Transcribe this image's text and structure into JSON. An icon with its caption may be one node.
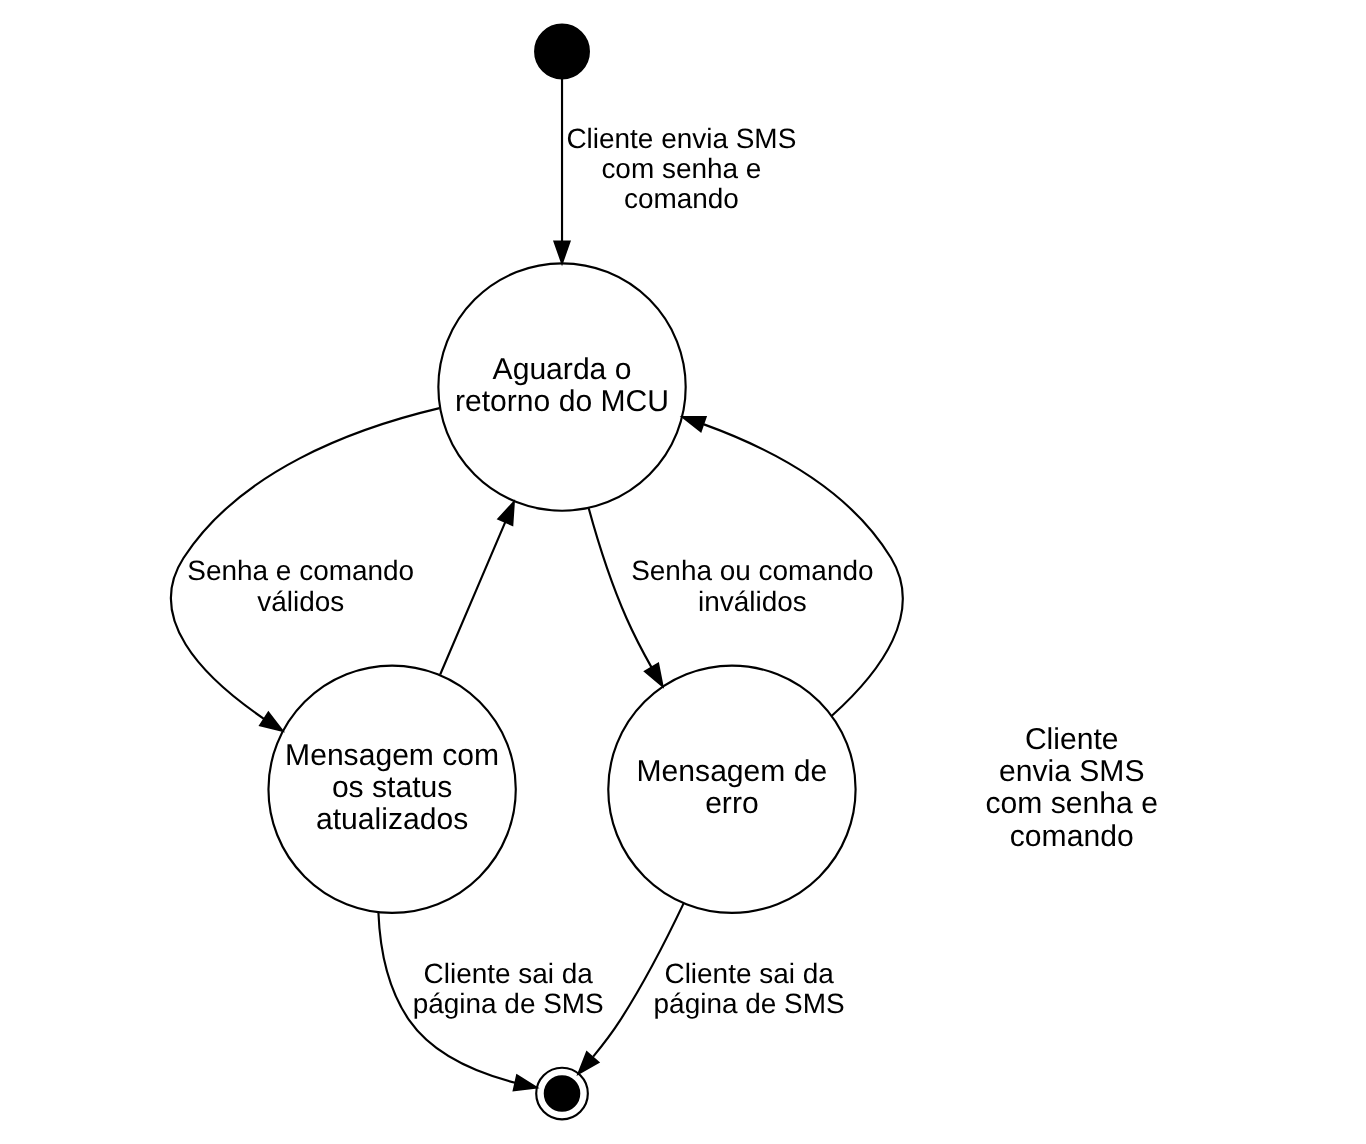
{
  "diagram": {
    "nodes": [
      {
        "text": [],
        "shape": "circle"
      },
      {
        "text": [
          "Aguarda o retorno do MCU"
        ]
      },
      {
        "text": [
          "Mensagem com os status atualizados"
        ]
      },
      {
        "text": [
          "Mensagem de erro"
        ]
      },
      {
        "text": [],
        "shape": "circle"
      }
    ],
    "edges": [
      {
        "from": 0,
        "to": 1,
        "arrow": "to",
        "label": "Cliente envia SMS com senha e comando"
      },
      {
        "from": 1,
        "to": 2,
        "arrow": "to",
        "label": "Senha e comando válidos"
      },
      {
        "from": 1,
        "to": 3,
        "arrow": "to",
        "label": "Senha ou comando inválidos"
      },
      {
        "from": 2,
        "to": 1,
        "arrow": "to"
      },
      {
        "from": 3,
        "to": 1,
        "arrow": "to"
      },
      {
        "from": 2,
        "to": 4,
        "arrow": "to",
        "label": "Cliente sai da página de SMS"
      },
      {
        "from": 3,
        "to": 4,
        "arrow": "to",
        "label": "Cliente sai da página de SMS"
      }
    ],
    "labels": [
      "Cliente envia SMS com senha e comando"
    ]
  }
}
